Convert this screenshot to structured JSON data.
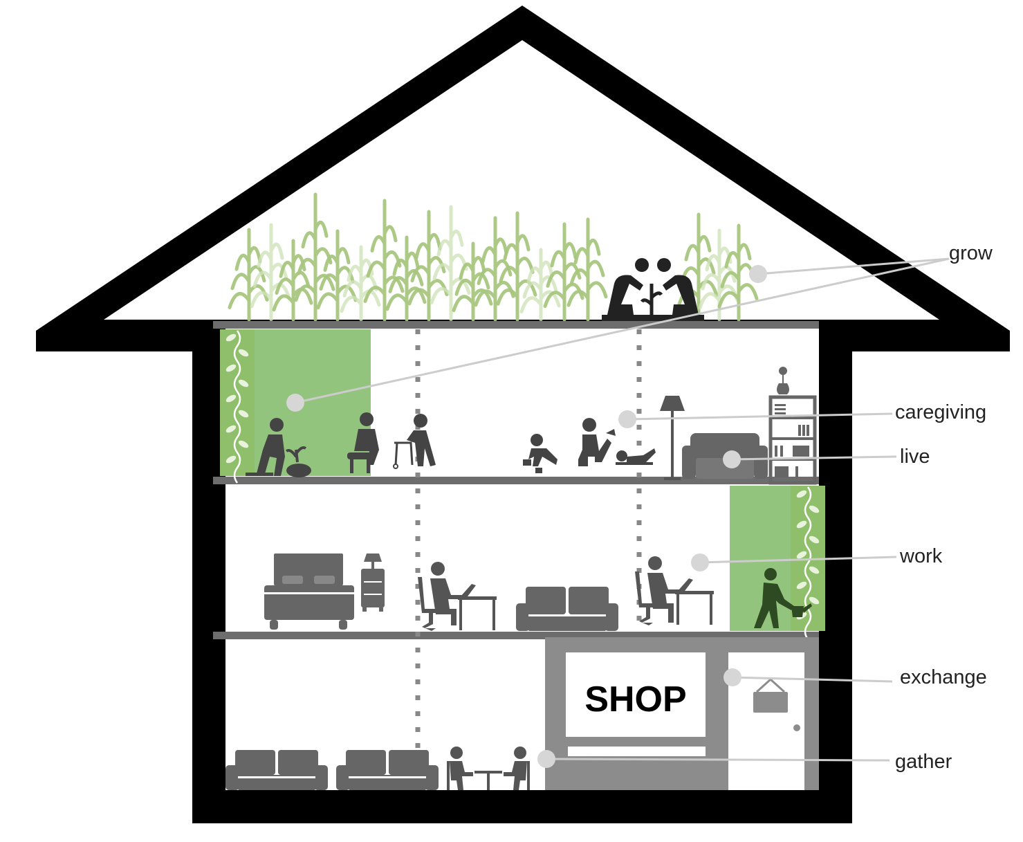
{
  "labels": {
    "grow": "grow",
    "caregiving": "caregiving",
    "live": "live",
    "work": "work",
    "exchange": "exchange",
    "gather": "gather"
  },
  "shop_sign": "SHOP",
  "colors": {
    "house_outline": "#000000",
    "green_wall": "#93c47d",
    "plants": "#9fbf6f",
    "floor_line": "#6d6d6d",
    "furniture": "#6b6b6b",
    "shop": "#8c8c8c",
    "callout_line": "#cccccc"
  }
}
